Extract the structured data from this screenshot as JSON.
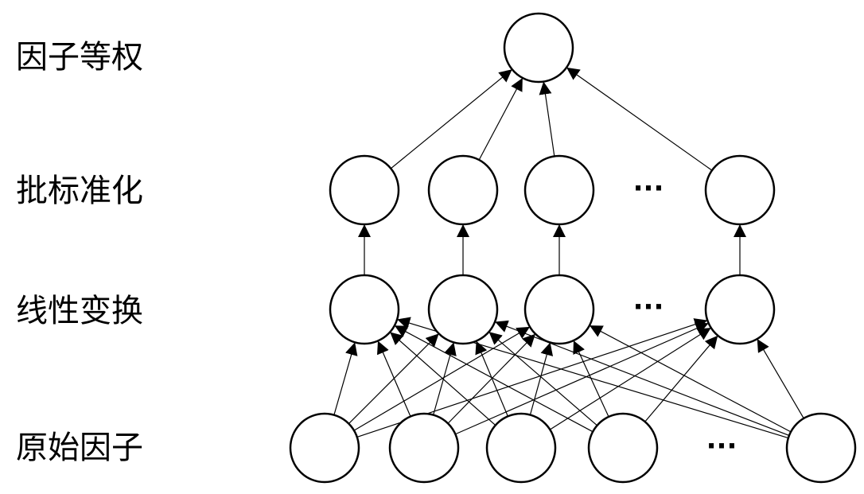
{
  "layers": {
    "output": "因子等权",
    "batchnorm": "批标准化",
    "linear": "线性变换",
    "input": "原始因子"
  },
  "ellipsis": "···",
  "colors": {
    "stroke": "#000000",
    "fill": "#ffffff",
    "background": "#ffffff"
  }
}
